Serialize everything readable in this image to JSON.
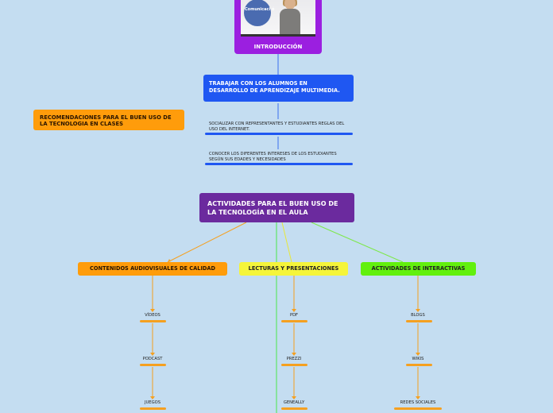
{
  "colors": {
    "background": "#c4ddf1",
    "intro": "#9b1fe0",
    "blue_box": "#1f57f2",
    "recommendations": "#ff9c0b",
    "central": "#6b2a9e",
    "branch_audiovisual": "#ff9c0b",
    "branch_readings": "#f5f53a",
    "branch_interactive": "#62f00e"
  },
  "intro": {
    "label": "INTRODUCCIÓN",
    "image_caption": "Comunicaci ó"
  },
  "objectives": {
    "main": "TRABAJAR CON LOS ALUMNOS EN DESARROLLO DE APRENDIZAJE MULTIMEDIA.",
    "item1": "SOCIALIZAR CON REPRESENTANTES Y ESTUDIANTES REGLAS DEL USO DEL INTERNET.",
    "item2": "CONOCER LOS DIFERENTES INTERESES DE LOS ESTUDIANTES SEGÚN SUS EDADES Y NECESIDADES"
  },
  "recommendations": "RECOMENDACIONES PARA EL BUEN USO DE LA TECNOLOGIA EN CLASES",
  "central": "ACTIVIDADES PARA EL BUEN USO DE LA TECNOLOGÍA EN EL AULA",
  "branches": [
    {
      "label": "CONTENIDOS AUDIOVISUALES DE CALIDAD",
      "items": [
        "VÍDEOS",
        "PODCAST",
        "JUEGOS"
      ]
    },
    {
      "label": "LECTURAS Y PRESENTACIONES",
      "items": [
        "PDF",
        "PREZZI",
        "GENEALLY"
      ]
    },
    {
      "label": "ACTIVIDADES DE INTERACTIVAS",
      "items": [
        "BLOGS",
        "WIKIS",
        "REDES SOCIALES"
      ]
    }
  ]
}
